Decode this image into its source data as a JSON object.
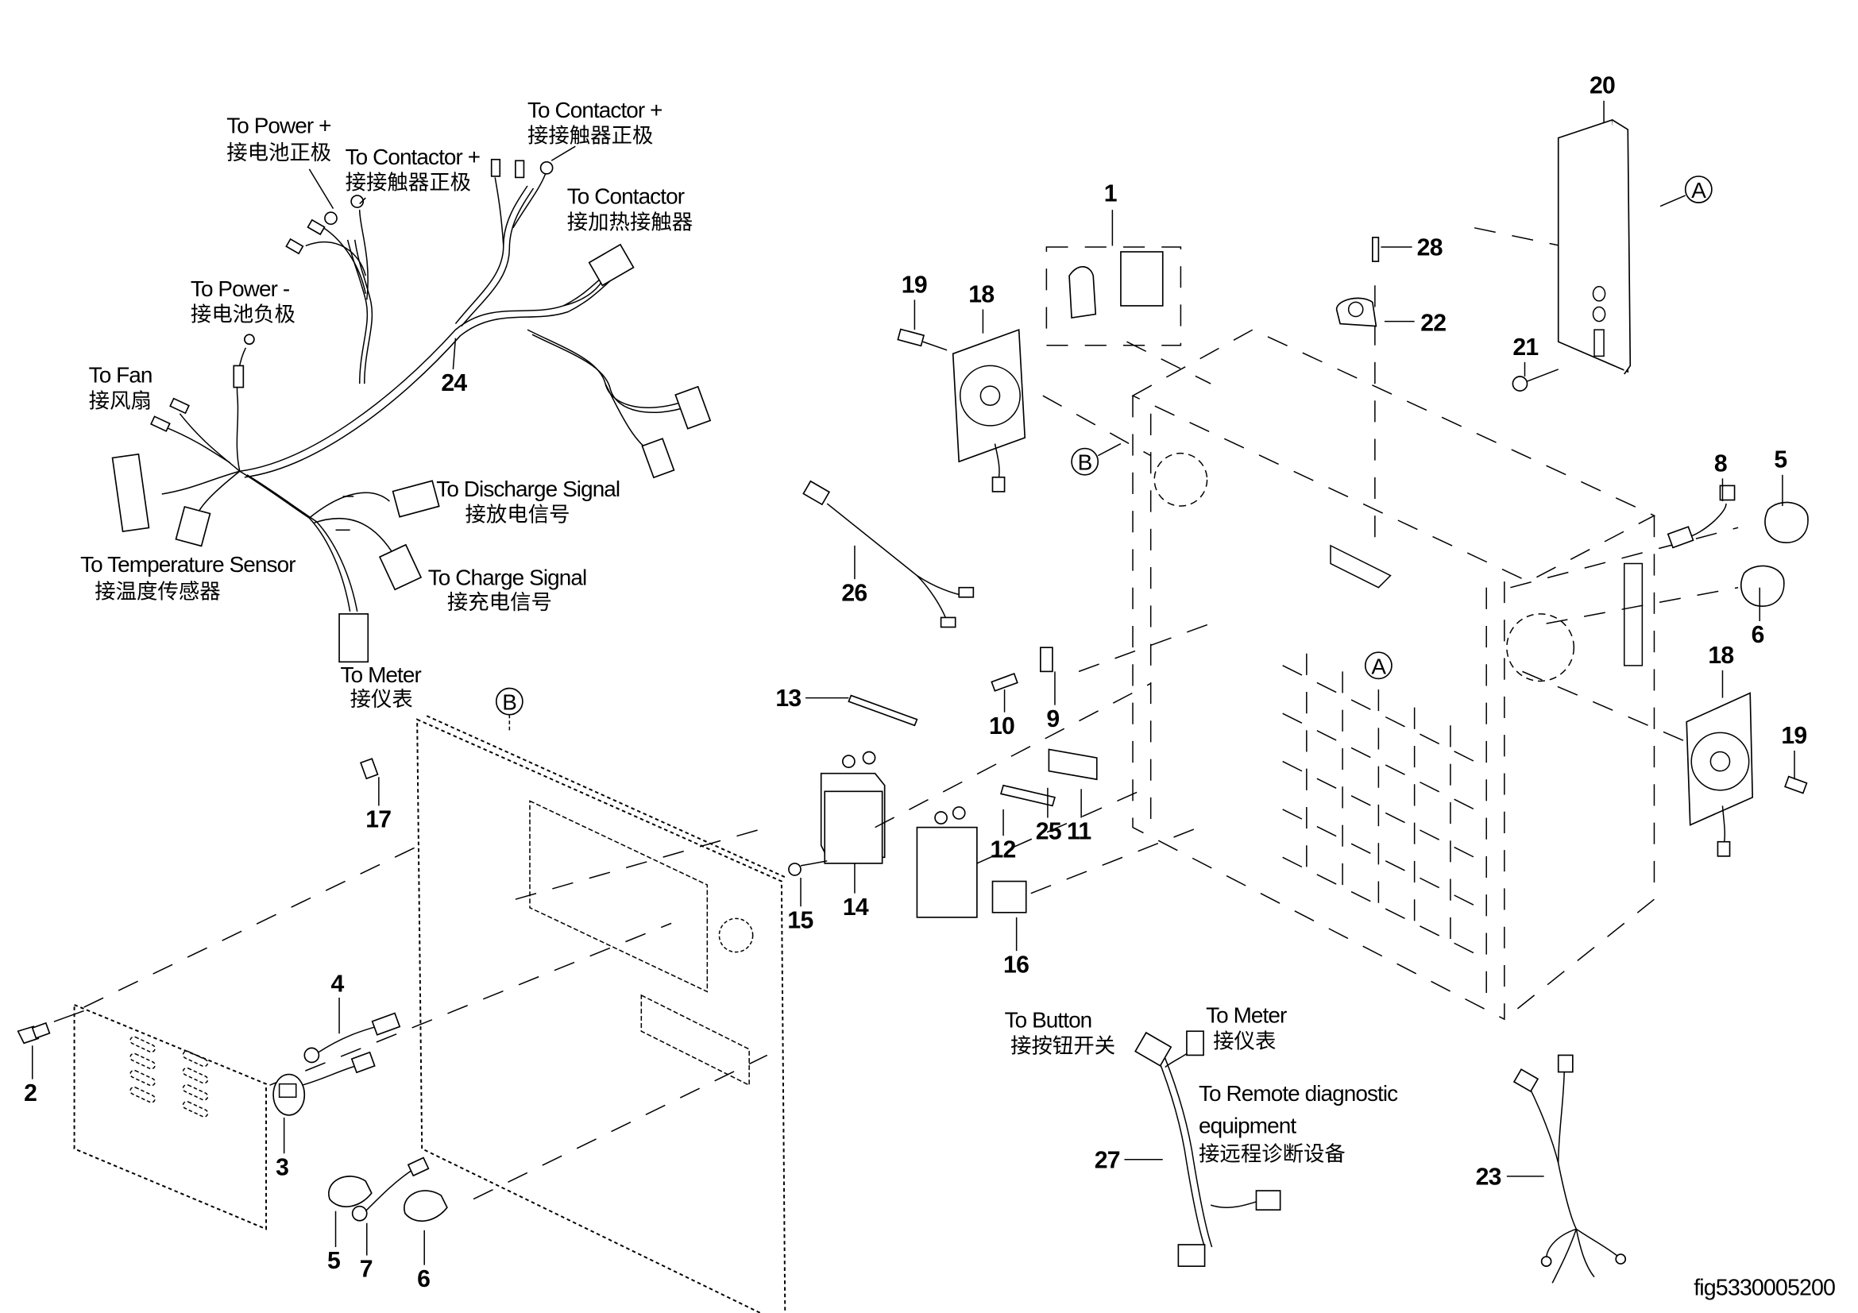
{
  "figure_id": "fig5330005200",
  "harness_24": {
    "callout": "24",
    "labels": [
      {
        "id": "to-power-plus",
        "en": "To Power +",
        "zh": "接电池正极"
      },
      {
        "id": "to-contactor-plus-1",
        "en": "To Contactor +",
        "zh": "接接触器正极"
      },
      {
        "id": "to-contactor-plus-2",
        "en": "To Contactor +",
        "zh": "接接触器正极"
      },
      {
        "id": "to-contactor-heating",
        "en": "To Contactor",
        "zh": "接加热接触器"
      },
      {
        "id": "to-power-minus",
        "en": "To Power -",
        "zh": "接电池负极"
      },
      {
        "id": "to-fan",
        "en": "To Fan",
        "zh": "接风扇"
      },
      {
        "id": "to-discharge-signal",
        "en": "To Discharge Signal",
        "zh": "接放电信号"
      },
      {
        "id": "to-temperature-sensor",
        "en": "To Temperature Sensor",
        "zh": "接温度传感器"
      },
      {
        "id": "to-charge-signal",
        "en": "To Charge Signal",
        "zh": "接充电信号"
      },
      {
        "id": "to-meter",
        "en": "To Meter",
        "zh": "接仪表"
      }
    ]
  },
  "harness_27": {
    "callout": "27",
    "labels": [
      {
        "id": "to-button",
        "en": "To Button",
        "zh": "接按钮开关"
      },
      {
        "id": "to-meter",
        "en": "To Meter",
        "zh": "接仪表"
      },
      {
        "id": "to-remote-diagnostic",
        "en1": "To Remote diagnostic",
        "en2": "equipment",
        "zh": "接远程诊断设备"
      }
    ]
  },
  "callouts": {
    "c1": "1",
    "c2": "2",
    "c3": "3",
    "c4": "4",
    "c5a": "5",
    "c5b": "5",
    "c6a": "6",
    "c6b": "6",
    "c7": "7",
    "c8": "8",
    "c9": "9",
    "c10": "10",
    "c11": "11",
    "c12": "12",
    "c13": "13",
    "c14": "14",
    "c15": "15",
    "c16": "16",
    "c17": "17",
    "c18a": "18",
    "c18b": "18",
    "c19a": "19",
    "c19b": "19",
    "c20": "20",
    "c21": "21",
    "c22": "22",
    "c23": "23",
    "c25": "25",
    "c26": "26",
    "c28": "28"
  },
  "detail_refs": {
    "a1": "A",
    "a2": "A",
    "b1": "B",
    "b2": "B"
  }
}
